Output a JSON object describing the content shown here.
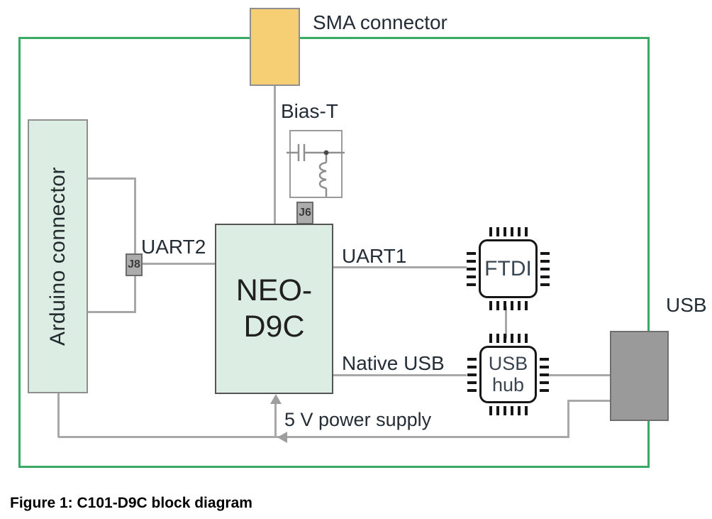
{
  "diagram": {
    "caption": "Figure 1: C101-D9C block diagram",
    "blocks": {
      "sma_connector": {
        "label": "SMA connector"
      },
      "arduino_connector": {
        "label": "Arduino connector"
      },
      "neo_d9c": {
        "lines": [
          "NEO-",
          "D9C"
        ]
      },
      "bias_t": {
        "label": "Bias-T"
      },
      "j6": {
        "label": "J6"
      },
      "j8": {
        "label": "J8"
      },
      "ftdi": {
        "label": "FTDI"
      },
      "usb_hub": {
        "lines": [
          "USB",
          "hub"
        ]
      },
      "usb_port": {
        "label": "USB"
      }
    },
    "connections": {
      "uart2": {
        "label": "UART2"
      },
      "uart1": {
        "label": "UART1"
      },
      "native_usb": {
        "label": "Native USB"
      },
      "power": {
        "label": "5 V power supply"
      }
    },
    "colors": {
      "board_outline": "#3aa963",
      "block_fill_green": "#dceee3",
      "sma_fill": "#f6ce73",
      "usb_fill": "#9a9a9a",
      "wire": "#a8a8a8",
      "chip_outline": "#161616",
      "label_text": "#242d36"
    }
  }
}
